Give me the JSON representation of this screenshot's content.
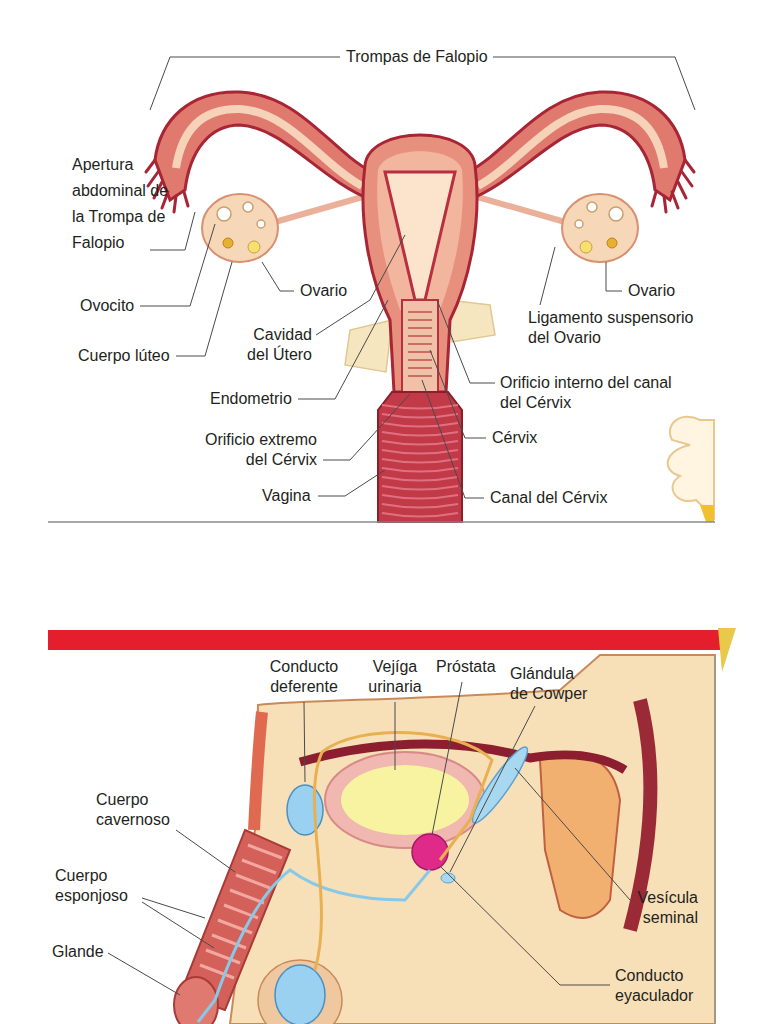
{
  "diagram": {
    "labels": [
      "Trompas de Falopio",
      "Apertura abdominal de la Trompa de Falopio",
      "Ovocito",
      "Ovario",
      "Ovario",
      "Ligamento suspensorio del Ovario",
      "Cavidad del Útero",
      "Cuerpo lúteo",
      "Endometrio",
      "Orificio interno del canal del Cérvix",
      "Orificio extremo del Cérvix",
      "Cérvix",
      "Vagina",
      "Canal del Cérvix",
      "Conducto deferente",
      "Vejíga urinaria",
      "Próstata",
      "Glándula de Cowper",
      "Cuerpo cavernoso",
      "Cuerpo esponjoso",
      "Glande",
      "Vesícula seminal",
      "Conducto eyaculador"
    ]
  }
}
